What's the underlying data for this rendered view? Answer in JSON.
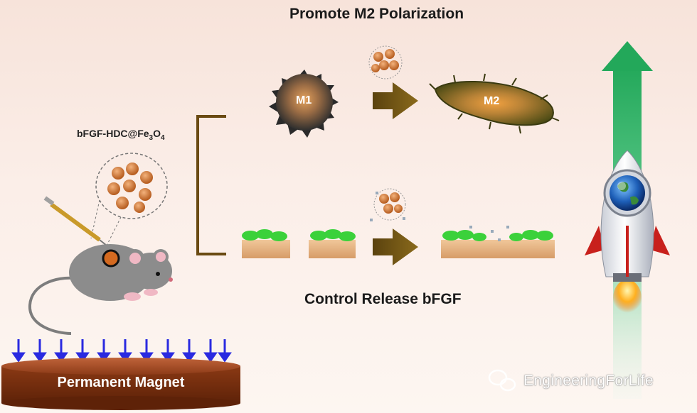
{
  "diagram": {
    "top_title": "Promote M2 Polarization",
    "bottom_title": "Control Release bFGF",
    "compound_label": {
      "prefix": "bFGF-HDC@Fe",
      "sub1": "3",
      "mid": "O",
      "sub2": "4"
    },
    "magnet_label": "Permanent Magnet",
    "m1_label": "M1",
    "m2_label": "M2",
    "watermark": "EngineeringForLife"
  },
  "colors": {
    "arrow_brown": "#7a5a16",
    "rocket_arrow_green": "#2fb86a",
    "magnet_brown": "#8a3a1a",
    "field_arrow_blue": "#2a2ae0",
    "tissue_green": "#3bd13b",
    "nanoparticle_orange": "#d9782e"
  },
  "icons": [
    "syringe-icon",
    "mouse-icon",
    "rocket-icon",
    "globe-icon",
    "wechat-icon"
  ]
}
